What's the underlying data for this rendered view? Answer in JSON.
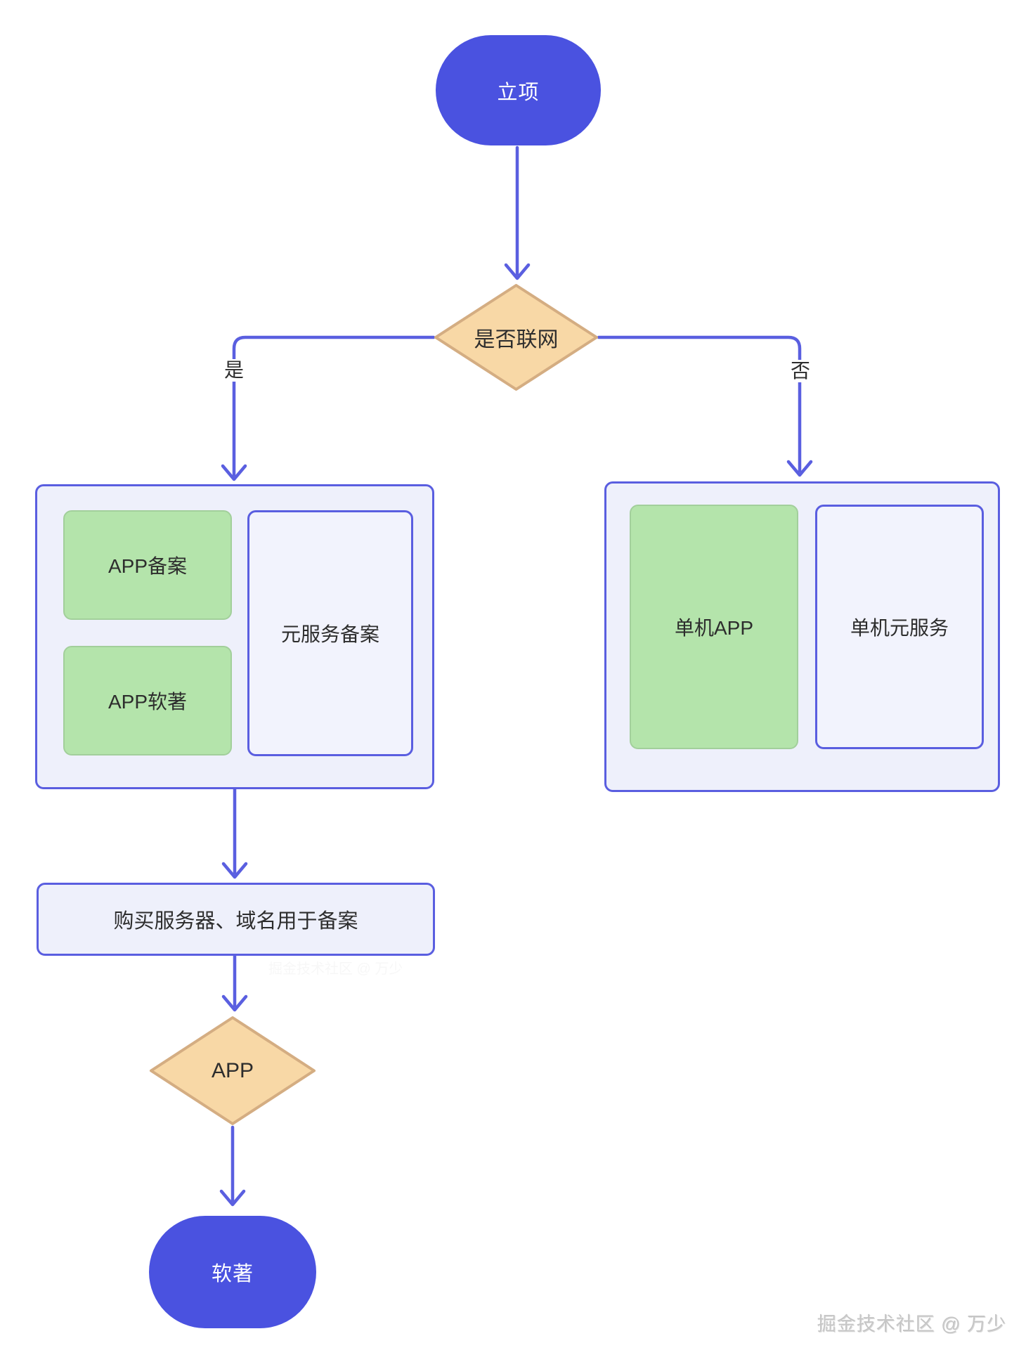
{
  "colors": {
    "node_fill": "#4a52e0",
    "node_text": "#ffffff",
    "connector": "#5a5fe0",
    "container_fill": "#eef0fb",
    "container_border": "#5a5ee0",
    "subbox_fill": "#f2f3fd",
    "green_fill": "#b4e4ab",
    "green_border": "#a2cf9b",
    "diamond_fill": "#f8d8a6",
    "diamond_border": "#d4ad82",
    "label_text": "#2d2d2d",
    "watermark_text": "#c6c6c6"
  },
  "flowchart": {
    "start_node": {
      "label": "立项"
    },
    "decision_network": {
      "label": "是否联网",
      "branch_yes": "是",
      "branch_no": "否"
    },
    "online_group": {
      "app_filing": {
        "label": "APP备案"
      },
      "app_copyright": {
        "label": "APP软著"
      },
      "meta_service_filing": {
        "label": "元服务备案"
      }
    },
    "offline_group": {
      "standalone_app": {
        "label": "单机APP"
      },
      "standalone_meta_service": {
        "label": "单机元服务"
      }
    },
    "process_buy": {
      "label": "购买服务器、域名用于备案"
    },
    "decision_app": {
      "label": "APP"
    },
    "end_node": {
      "label": "软著"
    }
  },
  "watermark": {
    "text": "掘金技术社区 @ 万少"
  }
}
